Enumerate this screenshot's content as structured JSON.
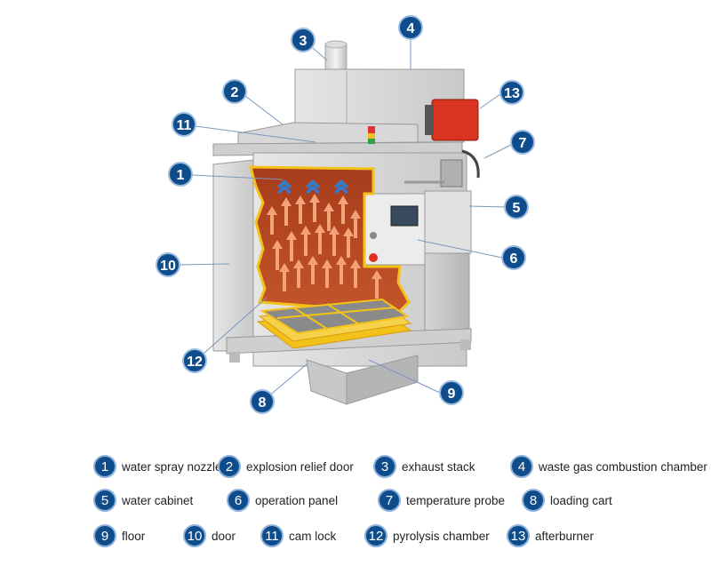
{
  "callouts": [
    {
      "num": "1"
    },
    {
      "num": "2"
    },
    {
      "num": "3"
    },
    {
      "num": "4"
    },
    {
      "num": "5"
    },
    {
      "num": "6"
    },
    {
      "num": "7"
    },
    {
      "num": "8"
    },
    {
      "num": "9"
    },
    {
      "num": "10"
    },
    {
      "num": "11"
    },
    {
      "num": "12"
    },
    {
      "num": "13"
    }
  ],
  "legend": [
    {
      "num": "1",
      "label": "water spray nozzle"
    },
    {
      "num": "2",
      "label": "explosion relief door"
    },
    {
      "num": "3",
      "label": "exhaust stack"
    },
    {
      "num": "4",
      "label": "waste gas combustion chamber"
    },
    {
      "num": "5",
      "label": "water cabinet"
    },
    {
      "num": "6",
      "label": "operation panel"
    },
    {
      "num": "7",
      "label": "temperature probe"
    },
    {
      "num": "8",
      "label": "loading cart"
    },
    {
      "num": "9",
      "label": "floor"
    },
    {
      "num": "10",
      "label": "door"
    },
    {
      "num": "11",
      "label": "cam lock"
    },
    {
      "num": "12",
      "label": "pyrolysis chamber"
    },
    {
      "num": "13",
      "label": "afterburner"
    }
  ],
  "colors": {
    "badge": "#0f4c8c",
    "chamber": "#b84a22",
    "heat_arrow": "#f3a27a",
    "spray_arrow": "#2f7fd1",
    "outline": "#f2c21b",
    "cabinet": "#dcdcdc",
    "afterburner": "#d8341f"
  }
}
